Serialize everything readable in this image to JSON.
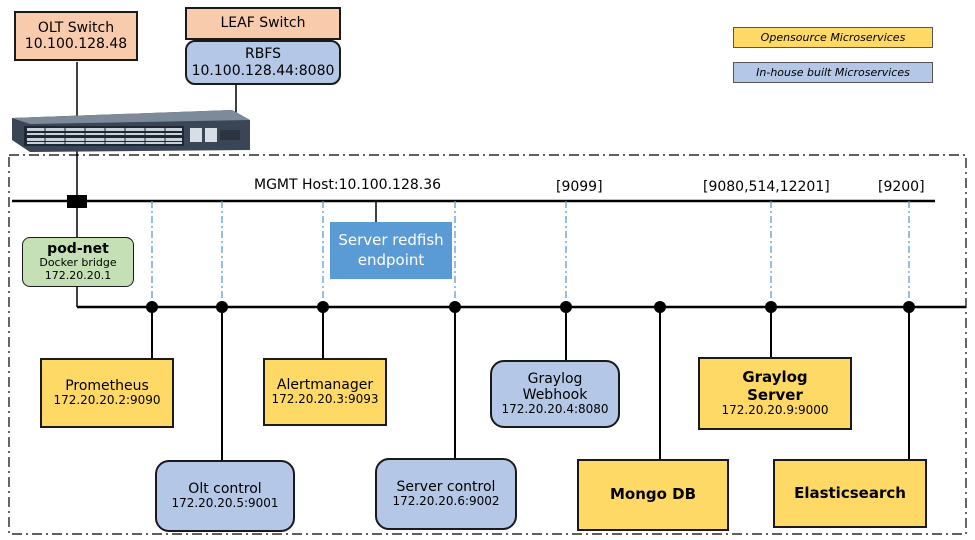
{
  "olt_switch": {
    "title": "OLT Switch",
    "ip": "10.100.128.48"
  },
  "leaf_switch": {
    "title": "LEAF Switch"
  },
  "rbfs": {
    "title": "RBFS",
    "ip": "10.100.128.44:8080"
  },
  "legend": {
    "opensource": "Opensource Microservices",
    "inhouse": "In-house built Microservices",
    "opensource_color": "#ffd966",
    "inhouse_color": "#b4c7e7"
  },
  "mgmt_host": "MGMT Host:10.100.128.36",
  "ports": {
    "graylog_webhook": "[9099]",
    "graylog_server": "[9080,514,12201]",
    "elasticsearch": "[9200]"
  },
  "redfish": {
    "line1": "Server redfish",
    "line2": "endpoint"
  },
  "pod_net": {
    "title": "pod-net",
    "sub": "Docker bridge",
    "ip": "172.20.20.1"
  },
  "services": {
    "prometheus": {
      "name": "Prometheus",
      "ip": "172.20.20.2:9090"
    },
    "olt_control": {
      "name": "Olt control",
      "ip": "172.20.20.5:9001"
    },
    "alertmanager": {
      "name": "Alertmanager",
      "ip": "172.20.20.3:9093"
    },
    "server_control": {
      "name": "Server control",
      "ip": "172.20.20.6:9002"
    },
    "graylog_webhook": {
      "name1": "Graylog",
      "name2": "Webhook",
      "ip": "172.20.20.4:8080"
    },
    "mongo": {
      "name": "Mongo DB"
    },
    "graylog_server": {
      "name1": "Graylog",
      "name2": "Server",
      "ip": "172.20.20.9:9000"
    },
    "elasticsearch": {
      "name": "Elasticsearch"
    }
  }
}
